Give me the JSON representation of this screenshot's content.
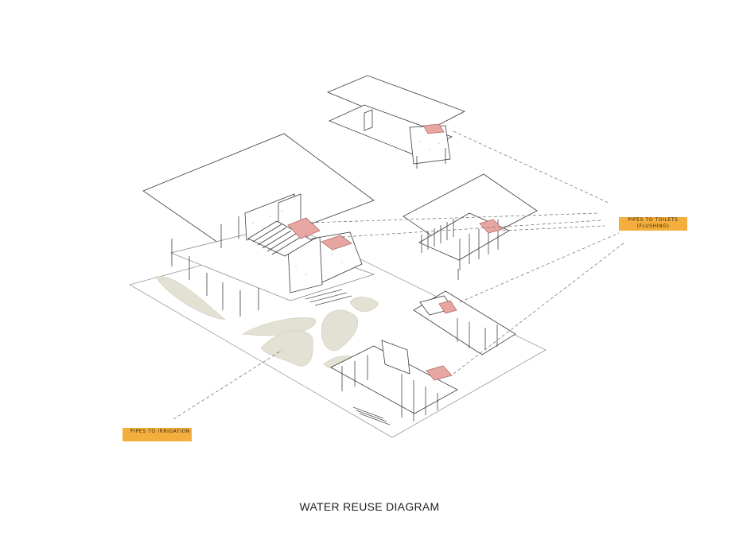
{
  "title": "WATER REUSE DIAGRAM",
  "labels": {
    "toilets_line1": "PIPES TO TOILETS",
    "toilets_line2": "(FLUSHING)",
    "irrigation": "PIPES TO IRRIGATION"
  },
  "colors": {
    "label_fill": "#f3ae3d",
    "water_zone": "#e8a6a3",
    "landscape": "#e3e1d3",
    "line": "#3a3a3a"
  }
}
